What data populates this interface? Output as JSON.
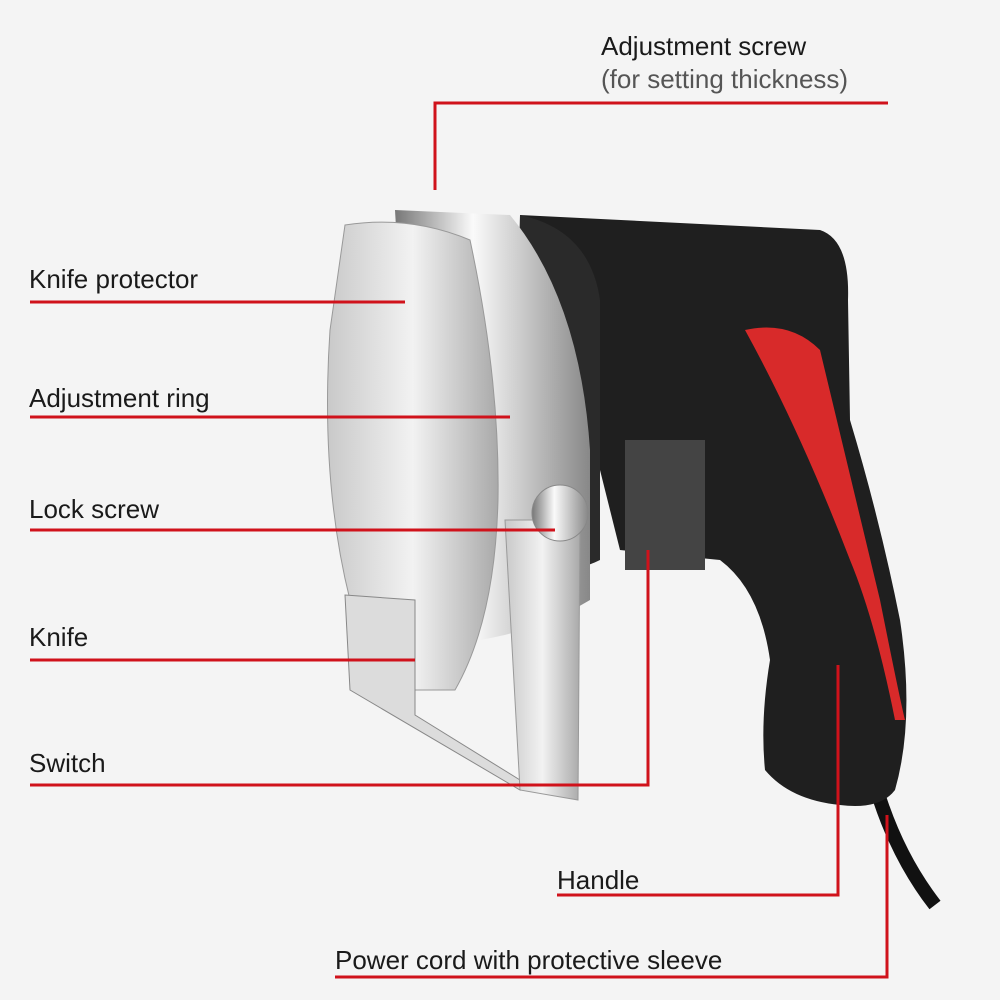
{
  "colors": {
    "leader_line": "#d0121b",
    "background": "#f4f4f4",
    "handle_grip": "#d82a2a",
    "body": "#1e1e1e"
  },
  "labels": {
    "adjustment_screw": "Adjustment screw",
    "adjustment_screw_note": "(for setting thickness)",
    "knife_protector": "Knife protector",
    "adjustment_ring": "Adjustment ring",
    "lock_screw": "Lock screw",
    "knife": "Knife",
    "switch": "Switch",
    "handle": "Handle",
    "power_cord": "Power cord with protective sleeve"
  }
}
